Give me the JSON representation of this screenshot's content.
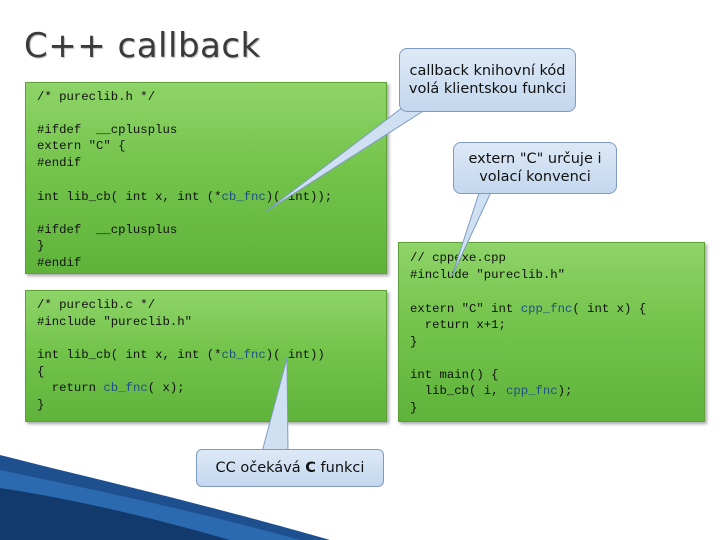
{
  "slide": {
    "title": "C++ callback",
    "box1": {
      "code": {
        "l1": "/* pureclib.h */",
        "l2": "#ifdef  __cplusplus",
        "l3": "extern \"C\" {",
        "l4": "#endif",
        "l5a": "int lib_cb( int x, int (*",
        "l5fn": "cb_fnc",
        "l5b": ")( int));",
        "l6": "#ifdef  __cplusplus",
        "l7": "}",
        "l8": "#endif"
      }
    },
    "box2": {
      "code": {
        "l1": "/* pureclib.c */",
        "l2": "#include \"pureclib.h\"",
        "l3a": "int lib_cb( int x, int (*",
        "l3fn": "cb_fnc",
        "l3b": ")( int))",
        "l4": "{",
        "l5a": "  return ",
        "l5fn": "cb_fnc",
        "l5b": "( x);",
        "l6": "}"
      }
    },
    "box3": {
      "code": {
        "l1": "// cppexe.cpp",
        "l2": "#include \"pureclib.h\"",
        "l3a": "extern \"C\" int ",
        "l3fn": "cpp_fnc",
        "l3b": "( int x) {",
        "l4": "  return x+1;",
        "l5": "}",
        "l6": "int main() {",
        "l7a": "  lib_cb( i, ",
        "l7fn": "cpp_fnc",
        "l7b": ");",
        "l8": "}"
      }
    },
    "callouts": {
      "library_calls_client": "callback knihovní kód volá klientskou funkci",
      "extern_c_convention": "extern \"C\" určuje i volací konvenci",
      "cc_expects_prefix": "CC očekává ",
      "cc_expects_c": "C",
      "cc_expects_suffix": " funkci"
    }
  }
}
